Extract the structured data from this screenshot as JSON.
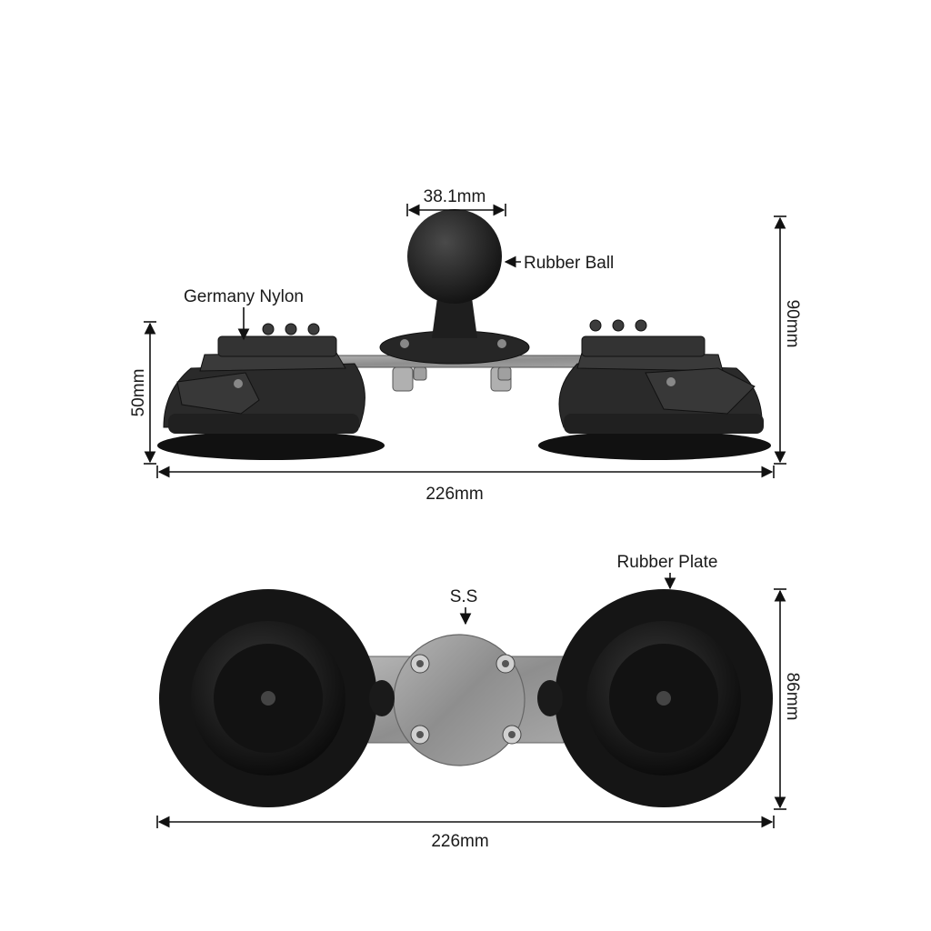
{
  "side_view": {
    "ball_width_label": "38.1mm",
    "ball_label": "Rubber Ball",
    "nylon_label": "Germany Nylon",
    "height_label": "50mm",
    "total_height_label": "90mm",
    "width_label": "226mm"
  },
  "bottom_view": {
    "plate_label": "Rubber Plate",
    "ss_label": "S.S",
    "height_label": "86mm",
    "width_label": "226mm"
  },
  "colors": {
    "rubber": "#1c1c1c",
    "nylon": "#2e2e2e",
    "steel": "#9a9a9a",
    "line": "#111111"
  }
}
